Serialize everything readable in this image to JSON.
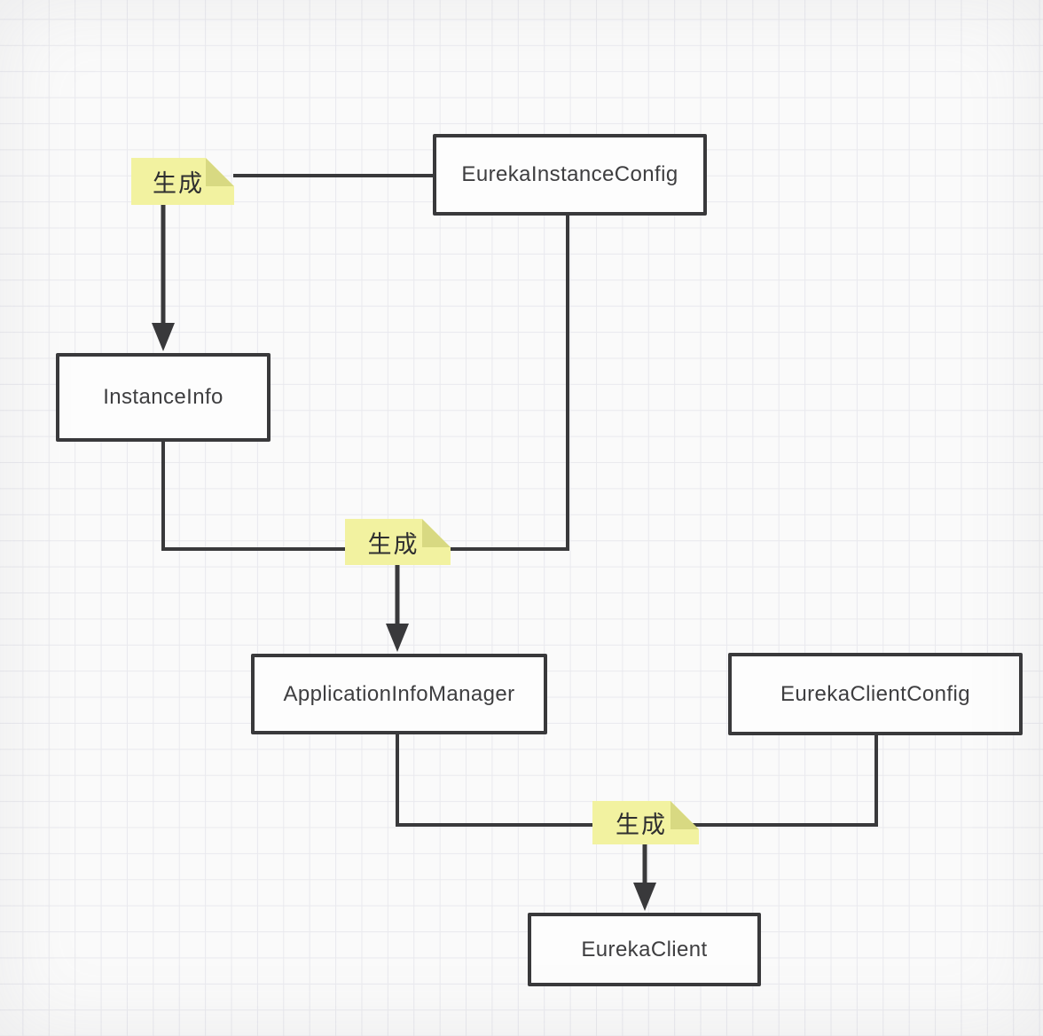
{
  "diagram": {
    "type": "flowchart",
    "nodes": [
      {
        "id": "eureka-instance-config",
        "label": "EurekaInstanceConfig"
      },
      {
        "id": "instance-info",
        "label": "InstanceInfo"
      },
      {
        "id": "application-info-manager",
        "label": "ApplicationInfoManager"
      },
      {
        "id": "eureka-client-config",
        "label": "EurekaClientConfig"
      },
      {
        "id": "eureka-client",
        "label": "EurekaClient"
      }
    ],
    "notes": [
      {
        "id": "note-1",
        "label": "生成"
      },
      {
        "id": "note-2",
        "label": "生成"
      },
      {
        "id": "note-3",
        "label": "生成"
      }
    ],
    "edges": [
      {
        "from": "eureka-instance-config",
        "via": "note-1",
        "to": "instance-info",
        "label": "生成"
      },
      {
        "from": "instance-info",
        "via": "note-2",
        "to": "application-info-manager",
        "label": "生成"
      },
      {
        "from": "eureka-instance-config",
        "via": "note-2",
        "to": "application-info-manager",
        "label": "生成"
      },
      {
        "from": "application-info-manager",
        "via": "note-3",
        "to": "eureka-client",
        "label": "生成"
      },
      {
        "from": "eureka-client-config",
        "via": "note-3",
        "to": "eureka-client",
        "label": "生成"
      }
    ],
    "colors": {
      "canvas_bg": "#fafafa",
      "grid_line": "#e9e9ee",
      "shape_border": "#39393b",
      "shape_fill": "#fdfdfd",
      "note_fill": "#f2f2a0",
      "note_fold": "#d8d982",
      "text": "#3e3e40"
    }
  }
}
